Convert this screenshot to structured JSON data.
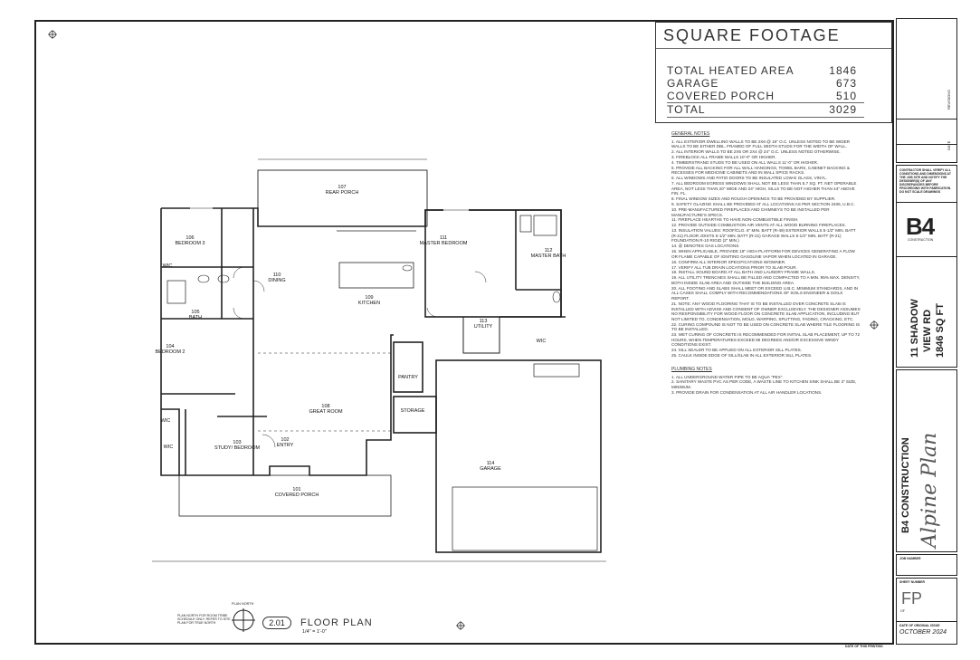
{
  "square_footage": {
    "title": "SQUARE FOOTAGE",
    "rows": [
      {
        "label": "TOTAL HEATED AREA",
        "value": "1846"
      },
      {
        "label": "GARAGE",
        "value": "673"
      },
      {
        "label": "COVERED PORCH",
        "value": "510"
      }
    ],
    "total": {
      "label": "TOTAL",
      "value": "3029"
    }
  },
  "general_notes": {
    "heading": "GENERAL NOTES",
    "items": [
      "1. ALL EXTERIOR DWELLING WALLS TO BE 2X6 @ 16\" O.C. UNLESS NOTED TO BE WIDER WALLS TO BE EITHER DBL. FRAMED OF FULL WIDTH STUDS FOR THE WIDTH OF WALL.",
      "2. ALL INTERIOR WALLS TO BE 2X6 OR 2X4 @ 24\" O.C. UNLESS NOTED OTHERWISE.",
      "3. FIREBLOCK ALL FRAME WALLS 10'-0\" OR HIGHER.",
      "4. TIMBERSTRAND STUDS TO BE USED ON ALL WALLS 11'-0\" OR HIGHER.",
      "5. PROVIDE ALL BACKING FOR ALL WALL HANGINGS, TOWEL BARS, CABINET BACKING & RECESSES FOR MEDICINE CABINETS AND IN WALL SPICE RACKS.",
      "6. ALL WINDOWS AND PATIO DOORS TO BE INSULATED LOW-E GLASS, VINYL.",
      "7. ALL BEDROOM EGRESS WINDOWS SHALL NOT BE LESS THAN 5.7 SQ. FT. NET OPERABLE AREA, NOT LESS THAN 20\" WIDE AND 24\" HIGH, SILLS TO BE NOT HIGHER THAN 44\" ABOVE FIN. FL.",
      "8. FINAL WINDOW SIZES AND ROUGH OPENINGS TO BE PROVIDED BY SUPPLIER.",
      "9. SAFETY GLAZING SHALL BE PROVIDED AT ALL LOCATIONS AS PER SECTION 2406, U.B.C.",
      "10. PRE-MANUFACTURED FIREPLACES AND CHIMNEYS TO BE INSTALLED PER MANUFACTURE'S SPECS.",
      "11. FIREPLACE HEARTHS TO HAVE NON-COMBUSTIBLE FINISH.",
      "12. PROVIDE OUTSIDE COMBUSTION AIR VENTS AT ALL WOOD BURNING FIREPLACES.",
      "13. INSULATION VALUES: ROOF/CLG. 6\" MIN. BATT (R-49) EXTERIOR WALLS 5-1/2\" MIN. BATT (R-21) FLOOR JOISTS 5-1/2\" MIN. BATT (R-21) GARAGE WALLS 5-1/2\" MIN. BATT (R-21) FOUNDATION R-10 RIGID (2\" MIN.)",
      "14. @ DENOTES GAS LOCATIONS.",
      "15. WHEN APPLICABLE, PROVIDE 18\" HIGH PLATFORM FOR DEVICES GENERATING A FLOW OR FLAME CAPABLE OF IGNITING GASOLINE VAPOR WHEN LOCATED IN GARAGE.",
      "16. CONFIRM ALL INTERIOR SPECIFICATIONS W/OWNER.",
      "17. VERIFY ALL TUB DRAIN LOCATIONS PRIOR TO SLAB POUR.",
      "18. INSTALL SOUND BOARD AT ALL BATH AND LAUNDRY FRAME WALLS.",
      "19. ALL UTILITY TRENCHES SHALL BE FILLED AND COMPACTED TO A MIN. 95% MAX. DENSITY, BOTH INSIDE SLAB AREA AND OUTSIDE THE BUILDING AREA.",
      "20. ALL FOOTING AND SLABS SHALL MEET OR EXCEED U.B.C. MINIMUM STANDARDS, AND IN ALL CASES SHALL COMPLY WITH RECOMMENDATIONS OF SOILS ENGINEER & SOILS REPORT.",
      "21. NOTE: ANY WOOD FLOORING THAT IS TO BE INSTALLED OVER CONCRETE SLAB IS INSTALLED WITH ADVISE AND CONSENT OF OWNER EXCLUSIVELY. THE DESIGNER ASSUMES NO RESPONSIBILITY FOR WOOD FLOOR ON CONCRETE SLAB APPLICATION, INCLUDING BUT NOT LIMITED TO, CONDENSATION, MOLD, WARPING, SPLITTING, FADING, CRACKING, ETC.",
      "22. CURING COMPOUND IS NOT TO BE USED ON CONCRETE SLAB WHERE TILE FLOORING IS TO BE INSTALLED.",
      "23. WET CURING OF CONCRETE IS RECOMMENDED FOR INITIAL SLAB PLACEMENT, UP TO 72 HOURS, WHEN TEMPERATURES EXCEED 85 DEGREES AND/OR EXCESSIVE WINDY CONDITIONS EXIST.",
      "24. SILL SEALER TO BE APPLIED ON ALL EXTERIOR SILL PLATES.",
      "25. CAULK INSIDE EDGE OF SILL/SLAB IN ALL EXTERIOR SILL PLATES."
    ]
  },
  "plumbing_notes": {
    "heading": "PLUMBING NOTES",
    "items": [
      "1. ALL UNDERGROUND WATER PIPE TO BE AQUA \"PEX\".",
      "2. SANITARY WASTE PVC AS PER CODE, A WASTE LINE TO KITCHEN SINK SHALL BE 3\" SIZE, MINIMUM.",
      "3. PROVIDE DRAIN FOR CONDENSATION AT ALL AIR HANDLER LOCATIONS."
    ]
  },
  "title_block": {
    "revisions_label": "REVISIONS",
    "date_label": "DATE",
    "contractor_note": "CONTRACTOR SHALL VERIFY ALL CONDITIONS AND DIMENSIONS AT THE JOB SITE AND NOTIFY THE DESIGNER(S) OF ANY DISCREPANCIES BEFORE PROCEEDING WITH FABRICATION. DO NOT SCALE DRAWINGS",
    "logo": "B4",
    "logo_sub": "CONSTRUCTION",
    "project_line1": "11 SHADOW",
    "project_line2": "VIEW RD",
    "project_line3": "1846 SQ FT",
    "company": "B4 CONSTRUCTION",
    "plan_name": "Alpine Plan",
    "job_number_label": "JOB NUMBER",
    "sheet_number_label": "SHEET NUMBER",
    "sheet_number": "FP",
    "of_label": "OF",
    "date_of_original_issue_label": "DATE OF ORIGINAL ISSUE",
    "date_of_original_issue": "OCTOBER 2024",
    "date_of_this_printing_label": "DATE OF THIS PRINTING"
  },
  "floor_plan": {
    "drawing_number": "2.01",
    "title": "FLOOR PLAN",
    "scale": "1/4\" = 1'-0\"",
    "plan_north_label": "PLAN NORTH",
    "plan_north_note": "PLAN NORTH FOR ROOM TRIBE SCHEDULE ONLY. REFER TO SITE PLAN FOR TRUE NORTH",
    "rooms": [
      {
        "num": "107",
        "name": "REAR PORCH"
      },
      {
        "num": "106",
        "name": "BEDROOM 3"
      },
      {
        "num": "110",
        "name": "DINING"
      },
      {
        "num": "109",
        "name": "KITCHEN"
      },
      {
        "num": "111",
        "name": "MASTER BEDROOM"
      },
      {
        "num": "112",
        "name": "MASTER BATH"
      },
      {
        "num": "105",
        "name": "BATH"
      },
      {
        "num": "104",
        "name": "BEDROOM 2"
      },
      {
        "num": "108",
        "name": "GREAT ROOM"
      },
      {
        "num": "113",
        "name": "UTILITY"
      },
      {
        "num": "103",
        "name": "STUDY/ BEDROOM"
      },
      {
        "num": "102",
        "name": "ENTRY"
      },
      {
        "num": "101",
        "name": "COVERED PORCH"
      },
      {
        "num": "114",
        "name": "GARAGE"
      }
    ],
    "misc_labels": {
      "wic": "WIC",
      "pantry": "PANTRY",
      "storage": "STORAGE"
    }
  }
}
